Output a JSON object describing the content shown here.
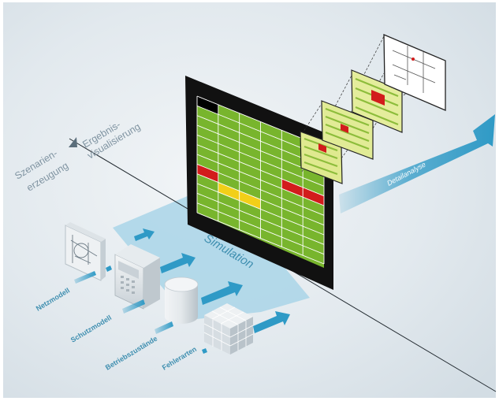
{
  "labels": {
    "scenario_line1": "Szenarien-",
    "scenario_line2": "erzeugung",
    "result_line1": "Ergebnis-",
    "result_line2": "visualisierung",
    "simulation": "Simulation",
    "detail": "Detailanalyse",
    "inputs": [
      "Netzmodell",
      "Schutzmodell",
      "Betriebszustände",
      "Fehlerarten"
    ]
  },
  "grid": {
    "rows": 12,
    "cols": 6,
    "cells": [
      {
        "row": 0,
        "col": 0,
        "color": "black"
      },
      {
        "row": 5,
        "col": 4,
        "color": "red"
      },
      {
        "row": 5,
        "col": 5,
        "color": "red"
      },
      {
        "row": 7,
        "col": 0,
        "color": "red"
      },
      {
        "row": 8,
        "col": 1,
        "color": "yellow"
      },
      {
        "row": 8,
        "col": 2,
        "color": "yellow"
      }
    ]
  },
  "colors": {
    "accent": "#2f9ac6",
    "green": "#7ab62e",
    "red": "#d21c1c",
    "yellow": "#f2cf18",
    "background": "#e7edf1"
  }
}
